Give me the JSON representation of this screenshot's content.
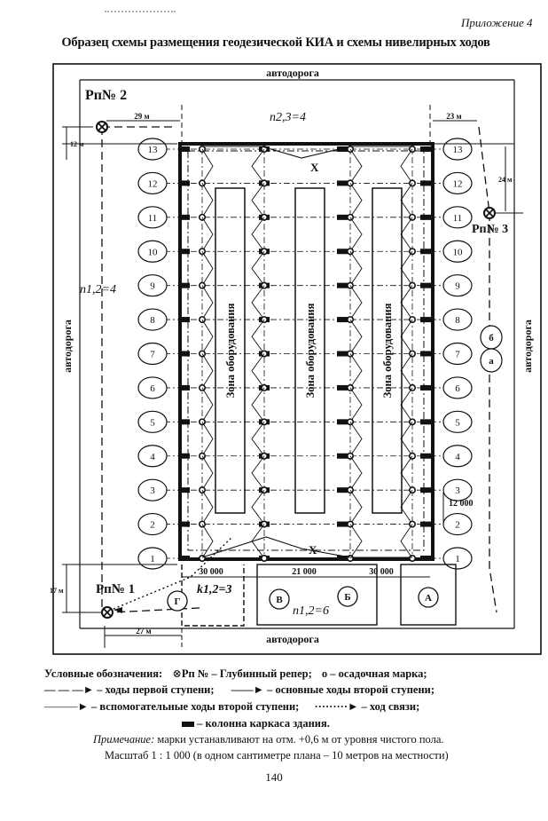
{
  "header": {
    "appendix": "Приложение 4",
    "title": "Образец схемы размещения геодезической КИА и схемы нивелирных ходов"
  },
  "diagram": {
    "road_top": "автодорога",
    "road_bottom": "автодорога",
    "road_left": "автодорога",
    "road_right": "автодорога",
    "benchmarks": {
      "rp1": "Рп№ 1",
      "rp2": "Рп№ 2",
      "rp3": "Рп№ 3"
    },
    "dims": {
      "d29": "29 м",
      "d23": "23 м",
      "d12": "12 м",
      "d24": "24 м",
      "d17": "17 м",
      "d27": "27 м",
      "d30a": "30 000",
      "d21": "21 000",
      "d30b": "30 000",
      "d12000": "12 000"
    },
    "formulas": {
      "n23": "n2,3=4",
      "n12": "n1,2=4",
      "n12b": "n1,2=6",
      "k12": "k1,2=3"
    },
    "x_mark": "Х",
    "zone": "Зона оборудования",
    "rows": [
      "13",
      "12",
      "11",
      "10",
      "9",
      "8",
      "7",
      "6",
      "5",
      "4",
      "3",
      "2",
      "1"
    ],
    "sections": {
      "g": "Г",
      "v": "В",
      "b": "Б",
      "a": "А"
    },
    "side_marks": {
      "upper": "б",
      "lower": "а"
    }
  },
  "legend": {
    "title": "Условные обозначения:",
    "rp": "Рп № – Глубинный репер;",
    "mark": "– осадочная марка;",
    "first": "– ходы первой ступени;",
    "main2": "– основные ходы второй ступени;",
    "aux2": "– вспомогательные ходы второй ступени;",
    "link": "– ход связи;",
    "column": "– колонна каркаса здания."
  },
  "note": {
    "label": "Примечание:",
    "text": " марки устанавливают на отм. +0,6 м от уровня чистого пола.",
    "scale": "Масштаб 1 : 1 000 (в одном сантиметре плана – 10 метров на местности)"
  },
  "page_number": "140"
}
